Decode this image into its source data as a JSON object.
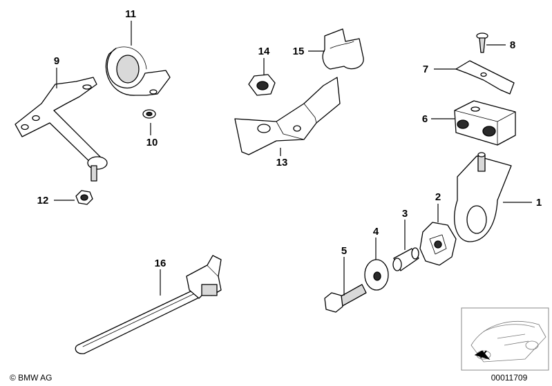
{
  "callouts": {
    "c1": "1",
    "c2": "2",
    "c3": "3",
    "c4": "4",
    "c5": "5",
    "c6": "6",
    "c7": "7",
    "c8": "8",
    "c9": "9",
    "c10": "10",
    "c11": "11",
    "c12": "12",
    "c13": "13",
    "c14": "14",
    "c15": "15",
    "c16": "16"
  },
  "footer": {
    "copyright": "© BMW AG",
    "diagram_number": "00011709"
  }
}
